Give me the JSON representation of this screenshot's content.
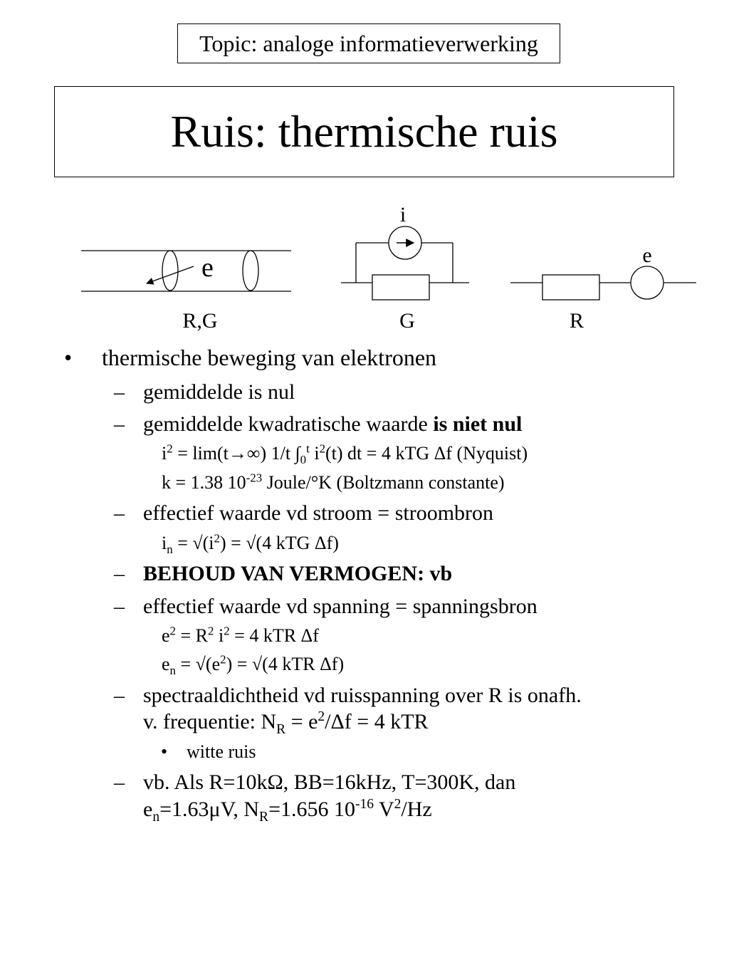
{
  "topic": "Topic: analoge informatieverwerking",
  "title": "Ruis: thermische ruis",
  "diagram": {
    "cable_e": "e",
    "cable_caption": "R,G",
    "current_source_label": "i",
    "G_caption": "G",
    "voltage_source_label": "e",
    "R_caption": "R"
  },
  "content": {
    "bullet_main": "thermische beweging van elektronen",
    "gemiddelde_nul": "gemiddelde is nul",
    "kwadratisch_prefix": "gemiddelde kwadratische waarde ",
    "kwadratisch_bold": "is niet nul",
    "eq_i2": {
      "i": "i",
      "sup2": "2",
      "lim": " = lim(t→∞) 1/t ∫",
      "sub0": "0",
      "supt": "t",
      "i_t": " i",
      "sup2b": "2",
      "rest": "(t) dt = 4 kTG Δf (Nyquist)"
    },
    "eq_k": {
      "k": "k = 1.38 10",
      "exp": "-23",
      "rest": " Joule/°K (Boltzmann constante)"
    },
    "effectief_stroom": "effectief waarde vd stroom = stroombron",
    "eq_in": {
      "i": "i",
      "sub_n": "n",
      "a": " = √(i",
      "sup2": "2",
      "b": ") = √(4 kTG Δf)"
    },
    "behoud": "BEHOUD VAN VERMOGEN: vb",
    "effectief_spanning": "effectief waarde vd spanning = spanningsbron",
    "eq_e2": {
      "e": "e",
      "sup1": "2",
      "a": " = R",
      "sup2": "2",
      "b": " i",
      "sup3": "2",
      "c": " = 4 kTR Δf"
    },
    "eq_en": {
      "e": "e",
      "sub_n": "n",
      "a": " = √(e",
      "sup2": "2",
      "b": ") = √(4 kTR Δf)"
    },
    "spectraal_line1": "spectraaldichtheid vd ruisspanning over R is onafh.",
    "spectraal_line2": {
      "a": "v. frequentie: N",
      "sub_R": "R",
      "b": " = e",
      "sup2": "2",
      "c": "/Δf = 4 kTR"
    },
    "witte_ruis": "witte ruis",
    "vb_line1": "vb. Als R=10kΩ, BB=16kHz, T=300K, dan",
    "vb_line2": {
      "e": "e",
      "sub_n": "n",
      "a": "=1.63μV, N",
      "sub_R": "R",
      "b": "=1.656 10",
      "exp": "-16",
      "c": " V",
      "sup2": "2",
      "d": "/Hz"
    }
  },
  "markers": {
    "bullet": "•",
    "dash": "–",
    "sub_bullet": "•"
  }
}
